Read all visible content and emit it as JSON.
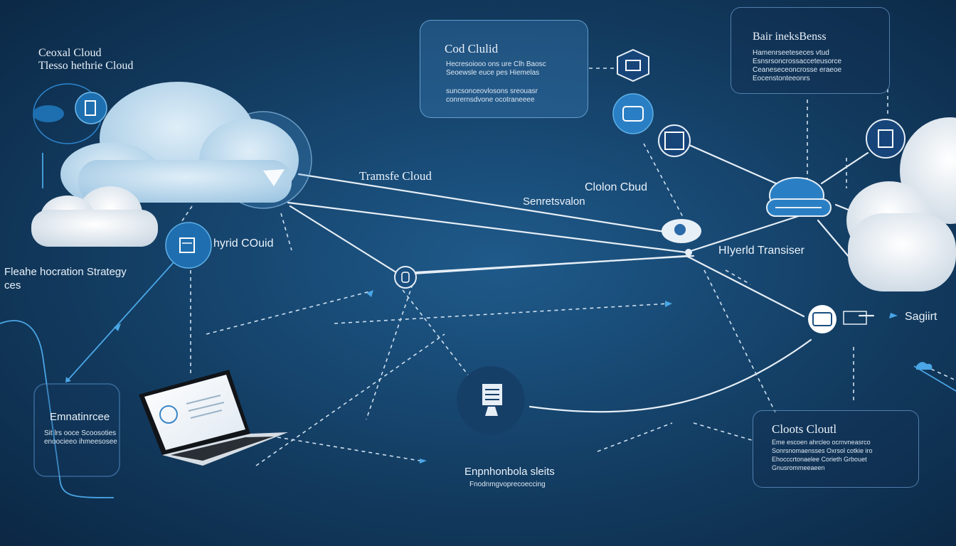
{
  "labels": {
    "top_left_title_1": "Ceoxal Cloud",
    "top_left_title_2": "Tlesso hethrie Cloud",
    "left_strategy_1": "Fleahe hocration Strategy",
    "left_strategy_2": "ces",
    "hybrid_cloud": "hyrid COuid",
    "transfer_cloud": "Tramsfe Cloud",
    "colon_cloud": "Clolon Cbud",
    "senretsvalon": "Senretsvalon",
    "hybrid_transfer": "HIyerld Transiser",
    "sagiirt": "Sagiirt",
    "enphonbola": "Enpnhonbola sleits",
    "enphonbola_sub": "Fnodnmgvoprecoeccing"
  },
  "panels": {
    "cloud_panel": {
      "title": "Cod Clulid",
      "lines": [
        "Hecresoiooo ons ure Clh Baosc",
        "Seoewsle euce pes Hiemelas",
        "suncsonceovlosons sreouasr",
        "conrernsdvone ocotraneeee"
      ]
    },
    "bar_panel": {
      "title": "Bair ineksBenss",
      "lines": [
        "Hamenrseeteseces vtud",
        "Esnsrsoncrossacceteusorce",
        "Ceaneseceoncrosse eraeoe",
        "Eocenstonteeonrs"
      ]
    },
    "enterprise_panel": {
      "title": "Emnatinrcee",
      "lines": [
        "Sit lrs ooce Scoosoties",
        "enoocieeo ihmeesosee"
      ]
    },
    "clouds_panel": {
      "title": "Cloots Cloutl",
      "lines": [
        "Eme escoen ahrcleo ocrnvneasrco",
        "Sonrsnomaensses Oxrsol cotkie iro",
        "Ehocccrtonaelee Corieth Grbouet",
        "Gnusrommeeaeen"
      ]
    }
  },
  "colors": {
    "background": "#123a5e",
    "line": "#e6eef6",
    "accent": "#1e6fb0",
    "cloud": "#eef3f8"
  },
  "icons": [
    "cloud-icon",
    "laptop-icon",
    "server-icon",
    "document-icon",
    "database-icon",
    "router-icon",
    "storage-icon"
  ]
}
